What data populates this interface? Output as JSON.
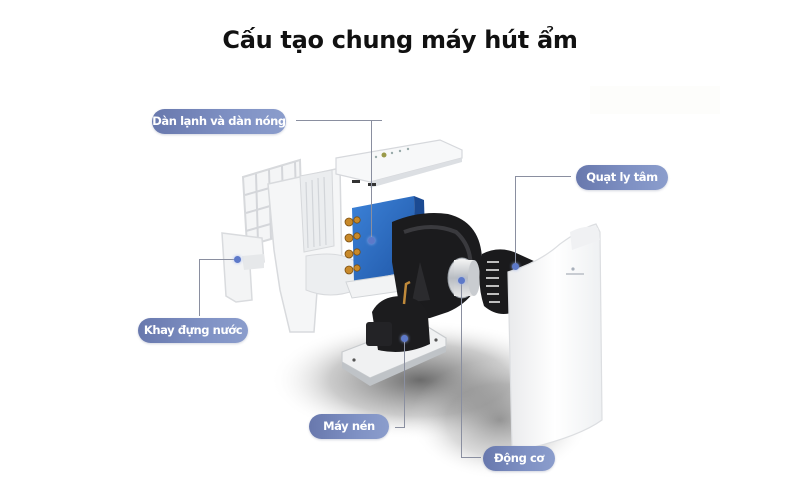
{
  "title": "Cấu tạo chung máy hút ẩm",
  "colors": {
    "label_fill_start": "#6878ad",
    "label_fill_end": "#8b9dcc",
    "label_text": "#ffffff",
    "connector": "#8a8fa0",
    "marker_dot": "#5d79c9",
    "coil_blue": "#2f6fc8"
  },
  "labels": [
    {
      "id": "condenser-evaporator",
      "text": "Dàn lạnh và dàn nóng"
    },
    {
      "id": "centrifugal-fan",
      "text": "Quạt ly tâm"
    },
    {
      "id": "water-tray",
      "text": "Khay đựng nước"
    },
    {
      "id": "compressor",
      "text": "Máy nén"
    },
    {
      "id": "motor",
      "text": "Động cơ"
    }
  ]
}
